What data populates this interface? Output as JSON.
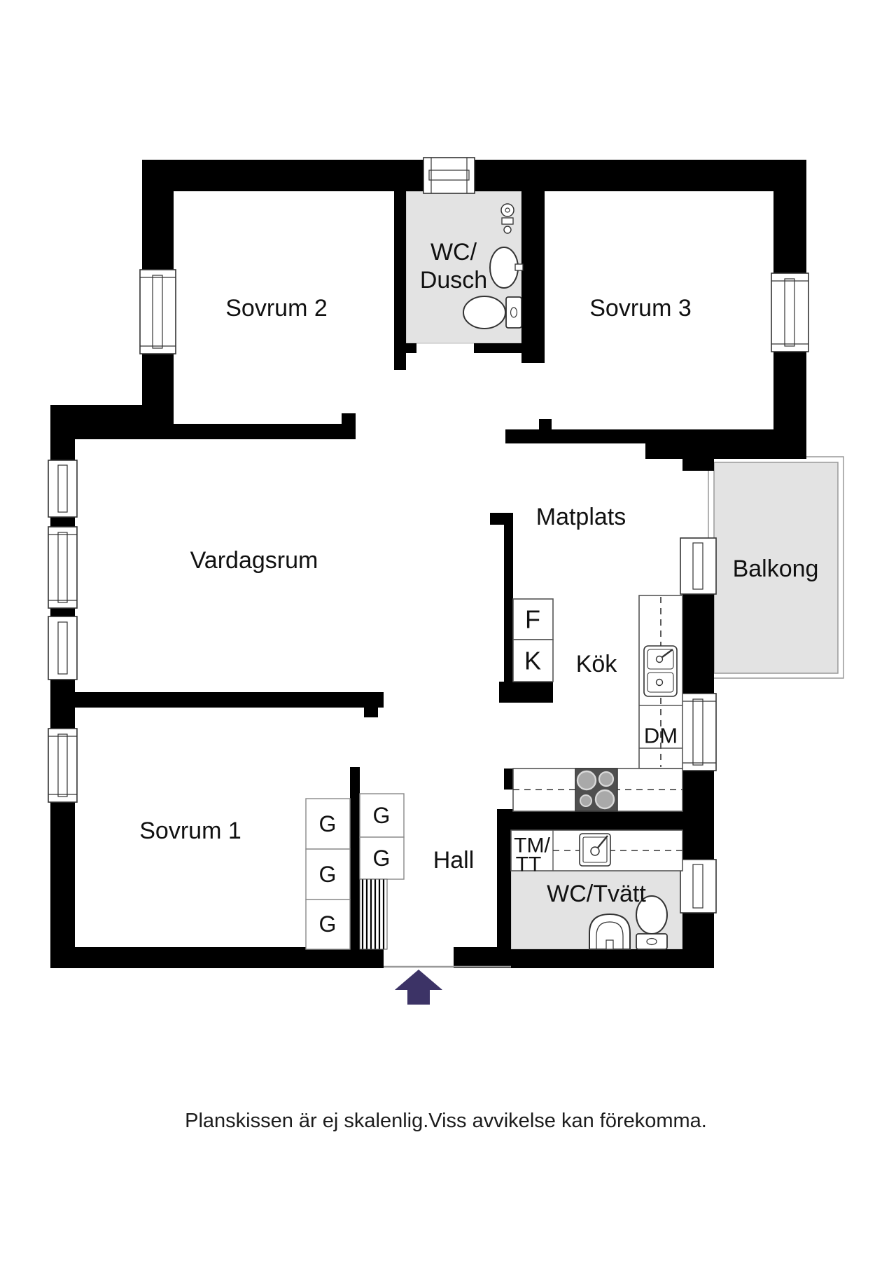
{
  "floorplan": {
    "rooms": {
      "sovrum2": "Sovrum 2",
      "sovrum3": "Sovrum 3",
      "sovrum1": "Sovrum 1",
      "wc_dusch_line1": "WC/",
      "wc_dusch_line2": "Dusch",
      "vardagsrum": "Vardagsrum",
      "matplats": "Matplats",
      "balkong": "Balkong",
      "kok": "Kök",
      "hall": "Hall",
      "wc_tvatt": "WC/Tvätt",
      "tm_tt_line1": "TM/",
      "tm_tt_line2": "TT"
    },
    "labels": {
      "fridge": "F",
      "freezer": "K",
      "dishwasher": "DM",
      "wardrobe": "G"
    },
    "caption": "Planskissen är ej skalenlig.Viss avvikelse kan förekomma.",
    "colors": {
      "wall": "#000000",
      "wet_room_floor": "#e3e3e3",
      "balcony_floor": "#e3e3e3",
      "entrance_arrow": "#3c3366"
    },
    "icons": [
      "window",
      "toilet",
      "sink",
      "shower-mixer",
      "kitchen-sink",
      "stove",
      "washing-machine",
      "wardrobe",
      "entrance-arrow"
    ]
  }
}
